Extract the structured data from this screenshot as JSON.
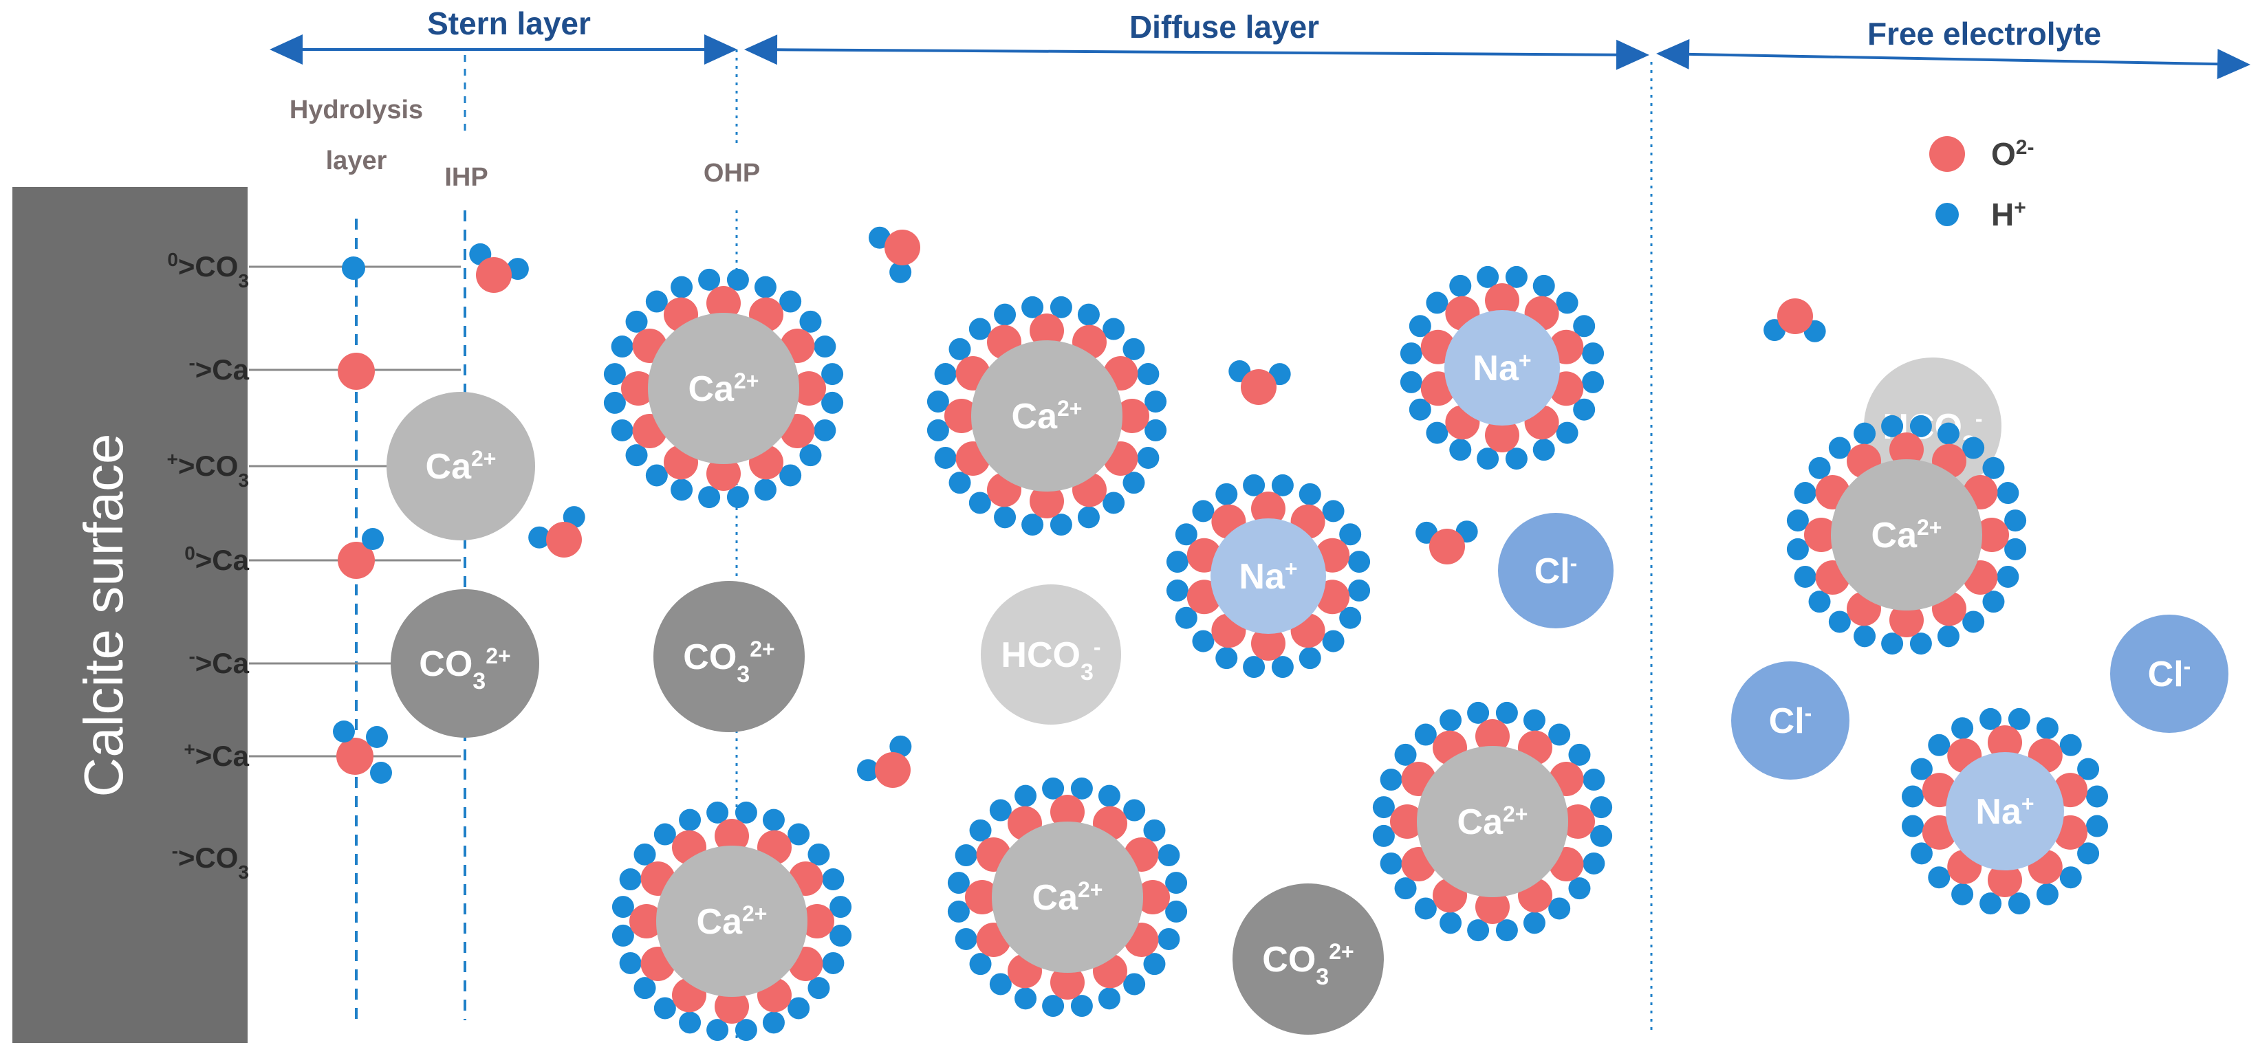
{
  "colors": {
    "arrow": "#1f67b8",
    "header_text": "#1f4e8c",
    "marker_text": "#7a6e6e",
    "surface": "#6e6e6e",
    "dashed_line": "#1f80c8",
    "oxygen": "#f06a6a",
    "hydrogen": "#1a8ad6",
    "ca_ion": "#b8b8b8",
    "co3_ion": "#8f8f8f",
    "hco3_ion": "#d0d0d0",
    "na_ion": "#a9c4e8",
    "cl_ion": "#7da7de"
  },
  "headers": {
    "stern": "Stern layer",
    "diffuse": "Diffuse layer",
    "free": "Free electrolyte"
  },
  "markers": {
    "hydrolysis_1": "Hydrolysis",
    "hydrolysis_2": "layer",
    "ihp": "IHP",
    "ohp": "OHP"
  },
  "surface": {
    "label": "Calcite surface"
  },
  "sites": [
    {
      "sup": "0",
      "text": ">CO",
      "sub": "3"
    },
    {
      "sup": "-",
      "text": ">Ca",
      "sub": ""
    },
    {
      "sup": "+",
      "text": ">CO",
      "sub": "3"
    },
    {
      "sup": "0",
      "text": ">Ca",
      "sub": ""
    },
    {
      "sup": "-",
      "text": ">Ca",
      "sub": ""
    },
    {
      "sup": "+",
      "text": ">Ca",
      "sub": ""
    },
    {
      "sup": "-",
      "text": ">CO",
      "sub": "3"
    }
  ],
  "legend": {
    "oxygen": {
      "label": "O",
      "sup": "2-"
    },
    "hydrogen": {
      "label": "H",
      "sup": "+"
    }
  },
  "ions": [
    {
      "kind": "ca",
      "base": "Ca",
      "sub": "",
      "sup": "2+",
      "hydrated": false
    },
    {
      "kind": "co3",
      "base": "CO",
      "sub": "3",
      "sup": "2+",
      "hydrated": false
    },
    {
      "kind": "ca",
      "base": "Ca",
      "sub": "",
      "sup": "2+",
      "hydrated": true
    },
    {
      "kind": "co3",
      "base": "CO",
      "sub": "3",
      "sup": "2+",
      "hydrated": false
    },
    {
      "kind": "ca",
      "base": "Ca",
      "sub": "",
      "sup": "2+",
      "hydrated": true
    },
    {
      "kind": "ca",
      "base": "Ca",
      "sub": "",
      "sup": "2+",
      "hydrated": true
    },
    {
      "kind": "hco3",
      "base": "HCO",
      "sub": "3",
      "sup": "-",
      "hydrated": false
    },
    {
      "kind": "ca",
      "base": "Ca",
      "sub": "",
      "sup": "2+",
      "hydrated": true
    },
    {
      "kind": "na",
      "base": "Na",
      "sub": "",
      "sup": "+",
      "hydrated": true
    },
    {
      "kind": "na",
      "base": "Na",
      "sub": "",
      "sup": "+",
      "hydrated": true
    },
    {
      "kind": "cl",
      "base": "Cl",
      "sub": "",
      "sup": "-",
      "hydrated": false
    },
    {
      "kind": "ca",
      "base": "Ca",
      "sub": "",
      "sup": "2+",
      "hydrated": true
    },
    {
      "kind": "co3",
      "base": "CO",
      "sub": "3",
      "sup": "2+",
      "hydrated": false
    },
    {
      "kind": "hco3",
      "base": "HCO",
      "sub": "3",
      "sup": "-",
      "hydrated": false
    },
    {
      "kind": "ca",
      "base": "Ca",
      "sub": "",
      "sup": "2+",
      "hydrated": true
    },
    {
      "kind": "cl",
      "base": "Cl",
      "sub": "",
      "sup": "-",
      "hydrated": false
    },
    {
      "kind": "cl",
      "base": "Cl",
      "sub": "",
      "sup": "-",
      "hydrated": false
    },
    {
      "kind": "na",
      "base": "Na",
      "sub": "",
      "sup": "+",
      "hydrated": true
    }
  ]
}
